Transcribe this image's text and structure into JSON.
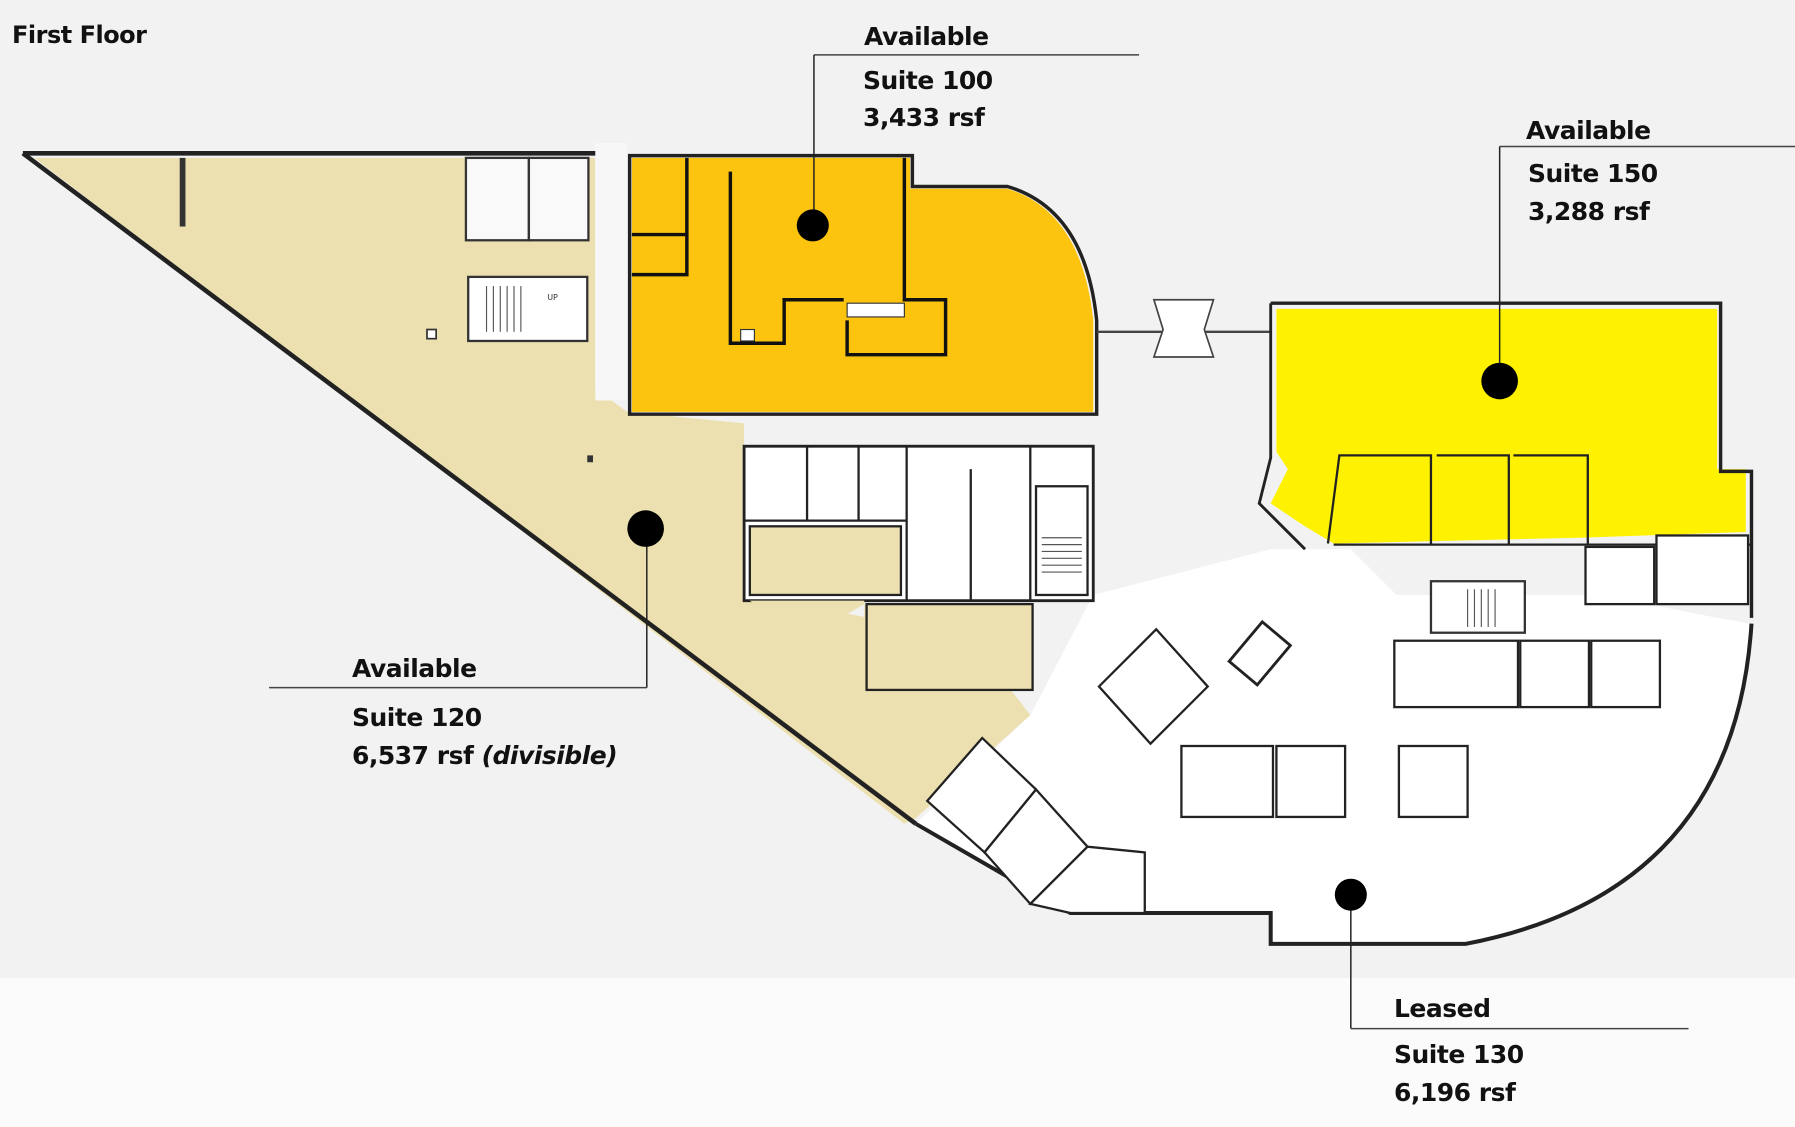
{
  "title": "First Floor",
  "colors": {
    "suite_100_fill": "#FDC40F",
    "suite_150_fill": "#FFF200",
    "suite_120_fill": "#EDE0B0",
    "suite_130_fill": "#FFFFFF",
    "wall": "#1a1a1a",
    "marker": "#000000",
    "background": "#F2F2F2"
  },
  "suites": [
    {
      "id": "suite-100",
      "status": "Available",
      "name": "Suite 100",
      "area": "3,433 rsf",
      "note": ""
    },
    {
      "id": "suite-150",
      "status": "Available",
      "name": "Suite 150",
      "area": "3,288 rsf",
      "note": ""
    },
    {
      "id": "suite-120",
      "status": "Available",
      "name": "Suite 120",
      "area": "6,537 rsf",
      "note": "(divisible)"
    },
    {
      "id": "suite-130",
      "status": "Leased",
      "name": "Suite 130",
      "area": "6,196 rsf",
      "note": ""
    }
  ],
  "plan_annotations": {
    "stair_up_label": "UP"
  }
}
